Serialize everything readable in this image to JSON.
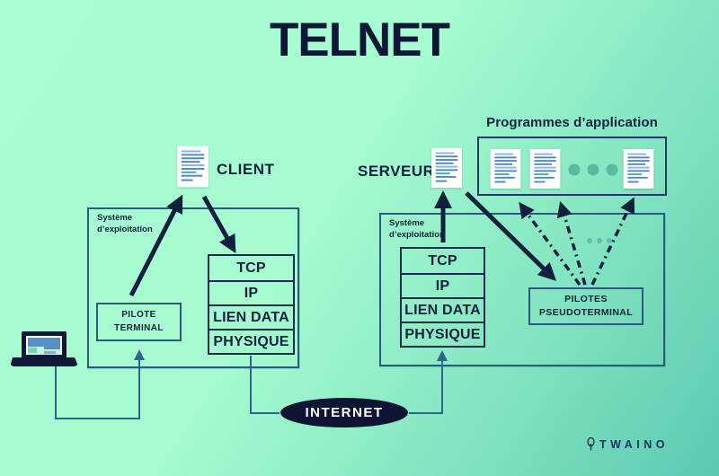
{
  "title": "TELNET",
  "left": {
    "doc_label": "CLIENT",
    "os_label": "Système\nd’exploitation",
    "driver_label": "PILOTE\nTERMINAL",
    "stack": [
      "TCP",
      "IP",
      "LIEN DATA",
      "PHYSIQUE"
    ]
  },
  "right": {
    "doc_label": "SERVEUR",
    "apps_title": "Programmes d’application",
    "os_label": "Système\nd’exploitation",
    "driver_label": "PILOTES\nPSEUDOTERMINAL",
    "stack": [
      "TCP",
      "IP",
      "LIEN DATA",
      "PHYSIQUE"
    ]
  },
  "internet": {
    "label": "INTERNET"
  },
  "brand": {
    "label": "TWAINO"
  },
  "icons": {
    "document": "document-icon",
    "laptop": "laptop-icon",
    "tree": "twaino-tree-icon",
    "ellipsis": "ellipsis-dots-icon"
  },
  "colors": {
    "background_top": "#a8fdd2",
    "background_bottom": "#5cc9b1",
    "navy": "#13203f",
    "title_navy": "#0f1737",
    "box_border_steel": "#2d5b7e",
    "stack_border": "#182a52",
    "apps_border": "#1e3c66",
    "connector_blue": "#2f6490",
    "doc_line_blue": "#4d86c6",
    "doc_line_light": "#8fb2dc",
    "doc_line_teal": "#3fae9f",
    "dots_teal": "#57bba2",
    "internet_fill": "#0e1534",
    "internet_text": "#ffffff"
  }
}
